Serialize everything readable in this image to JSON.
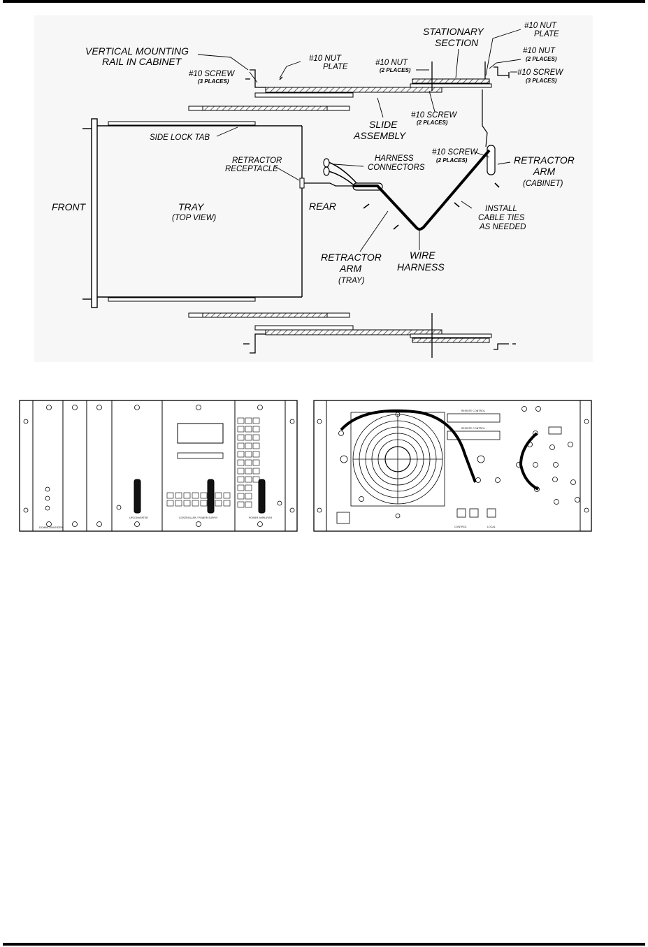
{
  "diagram": {
    "labels": {
      "vertical_rail_1": "VERTICAL MOUNTING",
      "vertical_rail_2": "RAIL IN CABINET",
      "nut_plate_left_1": "#10 NUT",
      "nut_plate_left_2": "PLATE",
      "screw_left": "#10 SCREW",
      "screw_left_places": "(3 PLACES)",
      "stationary_1": "STATIONARY",
      "stationary_2": "SECTION",
      "nut_plate_right_1": "#10 NUT",
      "nut_plate_right_2": "PLATE",
      "nut_center": "#10 NUT",
      "nut_center_places": "(2 PLACES)",
      "nut_right": "#10 NUT",
      "nut_right_places": "(2 PLACES)",
      "screw_right": "#10 SCREW",
      "screw_right_places": "(3 PLACES)",
      "screw_slide": "#10 SCREW",
      "screw_slide_places": "(2 PLACES)",
      "slide_1": "SLIDE",
      "slide_2": "ASSEMBLY",
      "side_lock_tab": "SIDE LOCK TAB",
      "retractor_receptacle_1": "RETRACTOR",
      "retractor_receptacle_2": "RECEPTACLE",
      "harness_connectors_1": "HARNESS",
      "harness_connectors_2": "CONNECTORS",
      "screw_arm": "#10 SCREW",
      "screw_arm_places": "(2 PLACES)",
      "retractor_cabinet_1": "RETRACTOR",
      "retractor_cabinet_2": "ARM",
      "retractor_cabinet_3": "(CABINET)",
      "front": "FRONT",
      "tray": "TRAY",
      "tray_view": "(TOP VIEW)",
      "rear": "REAR",
      "cable_ties_1": "INSTALL",
      "cable_ties_2": "CABLE TIES",
      "cable_ties_3": "AS NEEDED",
      "retractor_tray_1": "RETRACTOR",
      "retractor_tray_2": "ARM",
      "retractor_tray_3": "(TRAY)",
      "wire_1": "WIRE",
      "wire_2": "HARNESS"
    }
  },
  "front_panel": {
    "modules": [
      "DOWNCONVERTER",
      "UPCONVERTER",
      "CONTROLLER / POWER SUPPLY",
      "POWER AMPLIFIER"
    ]
  },
  "rear_panel": {
    "headers": [
      "REMOTE CONTROL",
      "REMOTE CONTROL"
    ],
    "ports": [
      "CONTROL",
      "LOCAL"
    ]
  }
}
